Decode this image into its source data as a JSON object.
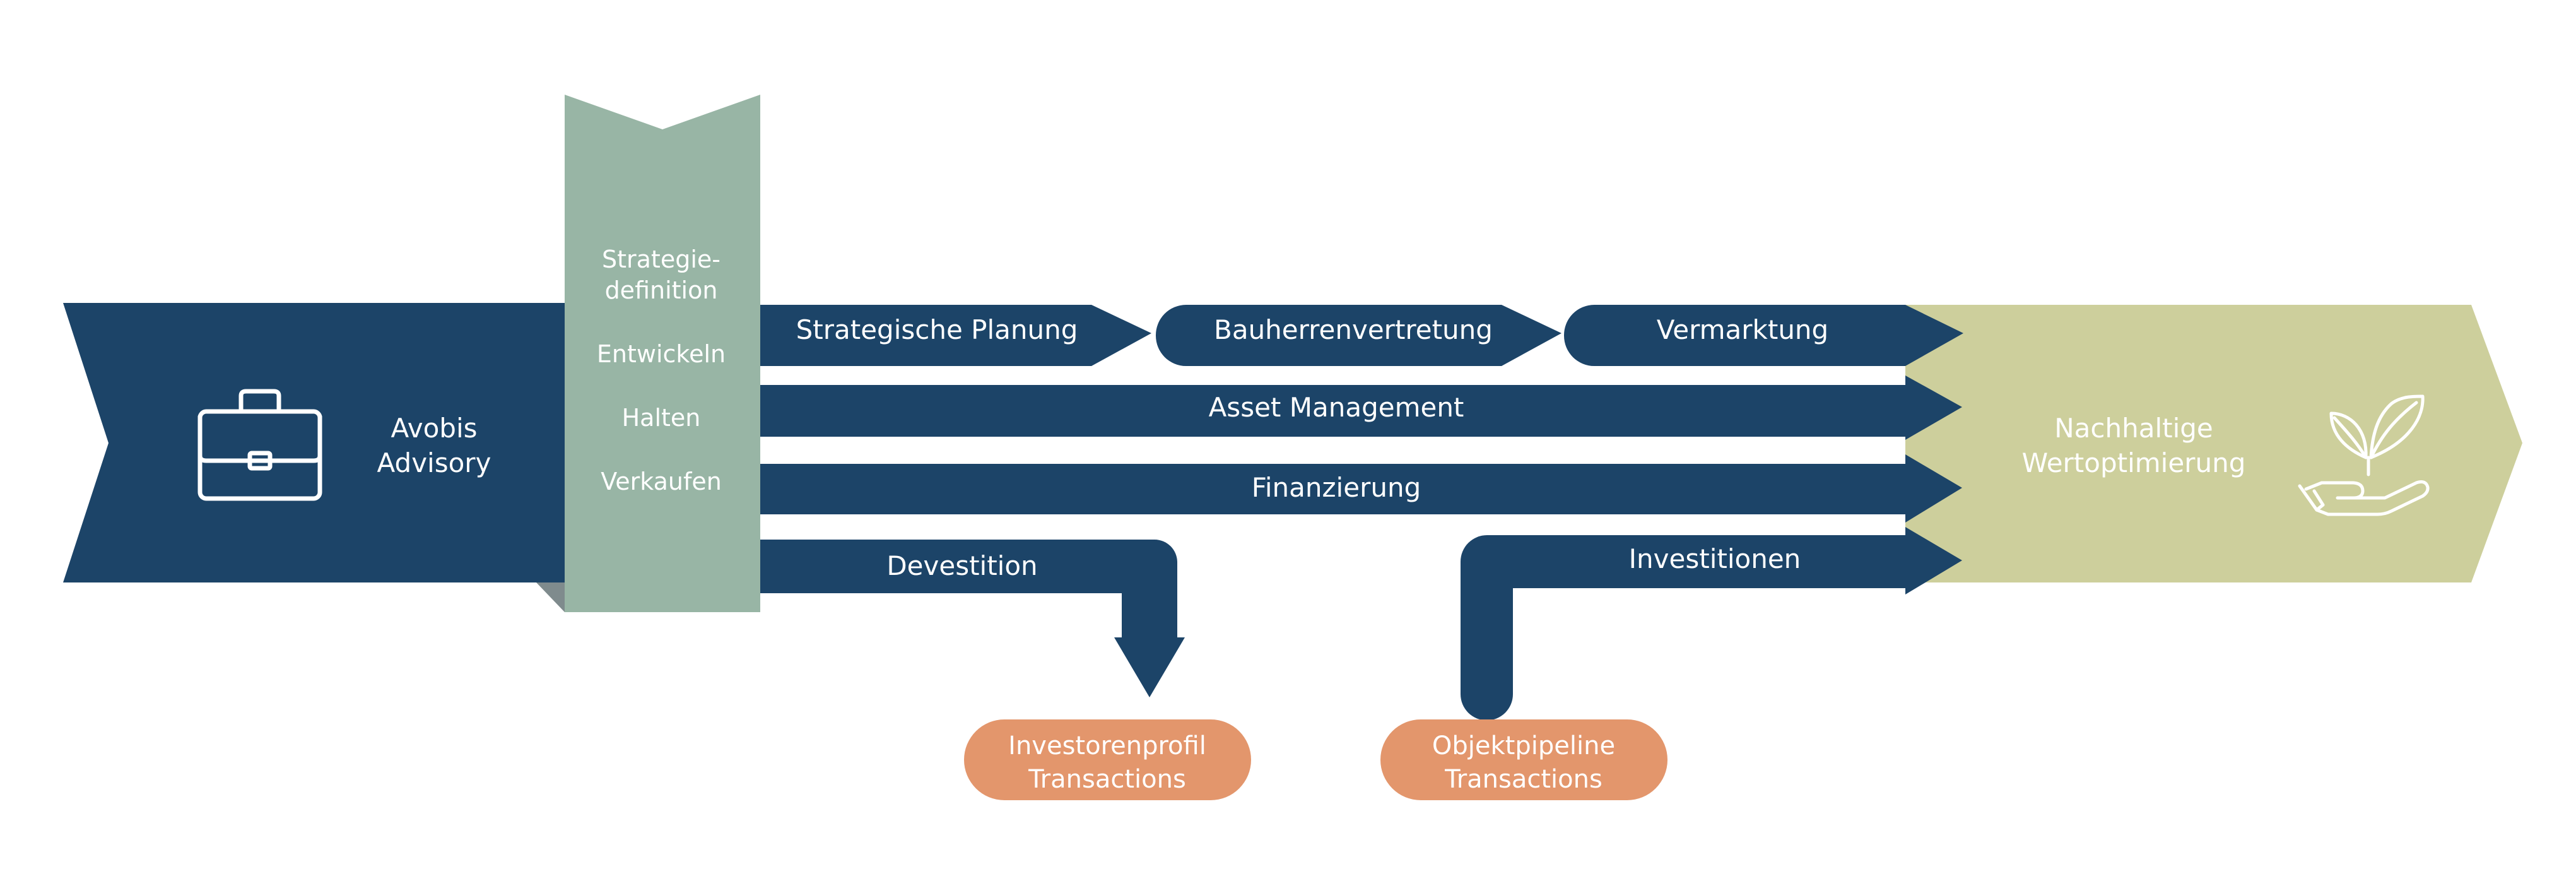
{
  "colors": {
    "navy": "#1c4468",
    "sage": "#98b5a5",
    "sage_shadow": "#7f8b8d",
    "olive": "#cdcf9c",
    "salmon": "#e3966c",
    "white": "#ffffff"
  },
  "source": {
    "label_line1": "Avobis",
    "label_line2": "Advisory",
    "icon": "briefcase-icon"
  },
  "strategy_box": {
    "items": [
      "Strategie-",
      "definition",
      "Entwickeln",
      "Halten",
      "Verkaufen"
    ]
  },
  "flows": {
    "row1": [
      "Strategische Planung",
      "Bauherrenvertretung",
      "Vermarktung"
    ],
    "asset_management": "Asset Management",
    "financing": "Finanzierung",
    "divestment": "Devestition",
    "investments": "Investitionen"
  },
  "target": {
    "label_line1": "Nachhaltige",
    "label_line2": "Wertoptimierung",
    "icon": "plant-in-hand-icon"
  },
  "pills": {
    "investor": {
      "line1": "Investorenprofil",
      "line2": "Transactions"
    },
    "object": {
      "line1": "Objektpipeline",
      "line2": "Transactions"
    }
  }
}
